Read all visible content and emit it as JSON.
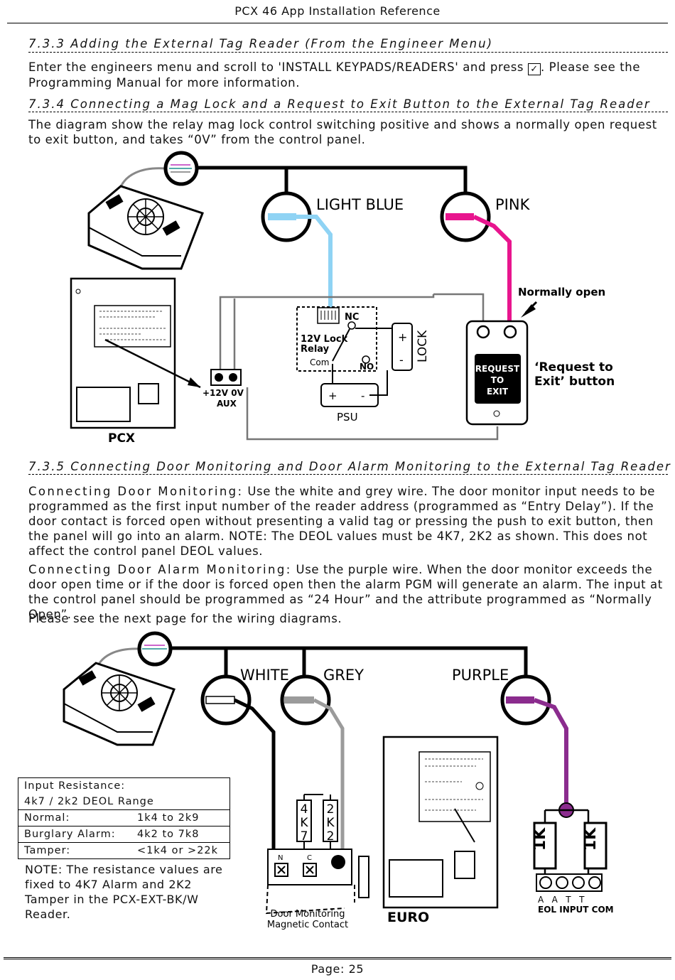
{
  "header": {
    "title": "PCX 46 App Installation Reference"
  },
  "sections": {
    "s733": {
      "heading": "7.3.3 Adding the External Tag Reader (From the Engineer Menu)",
      "text_before": "Enter the engineers menu and scroll to 'INSTALL KEYPADS/READERS' and press ",
      "tick": "✓",
      "text_after": ". Please see the Programming Manual for more information."
    },
    "s734": {
      "heading": "7.3.4 Connecting a Mag Lock and a Request to Exit Button to the External Tag Reader",
      "text": "The diagram show the relay mag lock control switching positive and shows a normally open request to exit button, and takes “0V” from the control panel."
    },
    "s735": {
      "heading": "7.3.5 Connecting Door Monitoring and Door Alarm Monitoring to the External Tag Reader",
      "p1_lead": "Connecting Door Monitoring:",
      "p1_text": " Use the white and grey wire. The door monitor input needs to be programmed as the first input number of the reader address (programmed as “Entry Delay”). If the door contact is forced open without presenting a valid tag or pressing the push to exit button, then the panel will go into an alarm. NOTE: The DEOL values must be 4K7, 2K2 as shown. This does not affect the control panel DEOL values.",
      "p2_lead": "Connecting Door Alarm Monitoring:",
      "p2_text": " Use the purple wire. When the door monitor exceeds the door open time or if the door is forced open then the alarm PGM will generate an alarm. The input at the control panel should be programmed as “24 Hour” and the attribute programmed as “Normally Open”.",
      "p3": "Please see the next page for the wiring diagrams."
    }
  },
  "diagram1": {
    "wire_light_blue": "LIGHT BLUE",
    "wire_pink": "PINK",
    "normally_open": "Normally open",
    "nc": "NC",
    "relay_line1": "12V Lock",
    "relay_line2": "Relay",
    "com": "Com",
    "no": "NO",
    "lock": "LOCK",
    "plus": "+",
    "minus": "-",
    "psu": "PSU",
    "aux_line1": "+12V  0V",
    "aux_line2": "AUX",
    "panel": "PCX",
    "rte_line1": "REQUEST",
    "rte_line2": "TO",
    "rte_line3": "EXIT",
    "rte_label1": "‘Request to",
    "rte_label2": "Exit’ button",
    "colors": {
      "light_blue": "#8fd3f4",
      "pink": "#e8158e"
    }
  },
  "diagram2": {
    "wire_white": "WHITE",
    "wire_grey": "GREY",
    "wire_purple": "PURPLE",
    "res1": [
      "4",
      "K",
      "7"
    ],
    "res2": [
      "2",
      "K",
      "2"
    ],
    "n": "N",
    "c": "C",
    "contact_line1": "Door Monitoring",
    "contact_line2": "Magnetic Contact",
    "panel": "EURO",
    "eol1": "1K",
    "eol2": "1K",
    "terminals": "A   A   T   T",
    "eol_label": "EOL INPUT COM",
    "colors": {
      "grey": "#9b9b9b",
      "purple": "#8b2c8e"
    }
  },
  "resistance_table": {
    "title1": "Input Resistance:",
    "title2": "4k7 / 2k2 DEOL Range",
    "rows": [
      {
        "label": "Normal:",
        "value": "1k4 to 2k9"
      },
      {
        "label": "Burglary Alarm:",
        "value": "4k2 to 7k8"
      },
      {
        "label": "Tamper:",
        "value": " <1k4 or >22k"
      }
    ]
  },
  "note": "NOTE: The resistance values are fixed to 4K7 Alarm and 2K2 Tamper in the PCX-EXT-BK/W Reader.",
  "footer": {
    "page": "Page: 25"
  }
}
